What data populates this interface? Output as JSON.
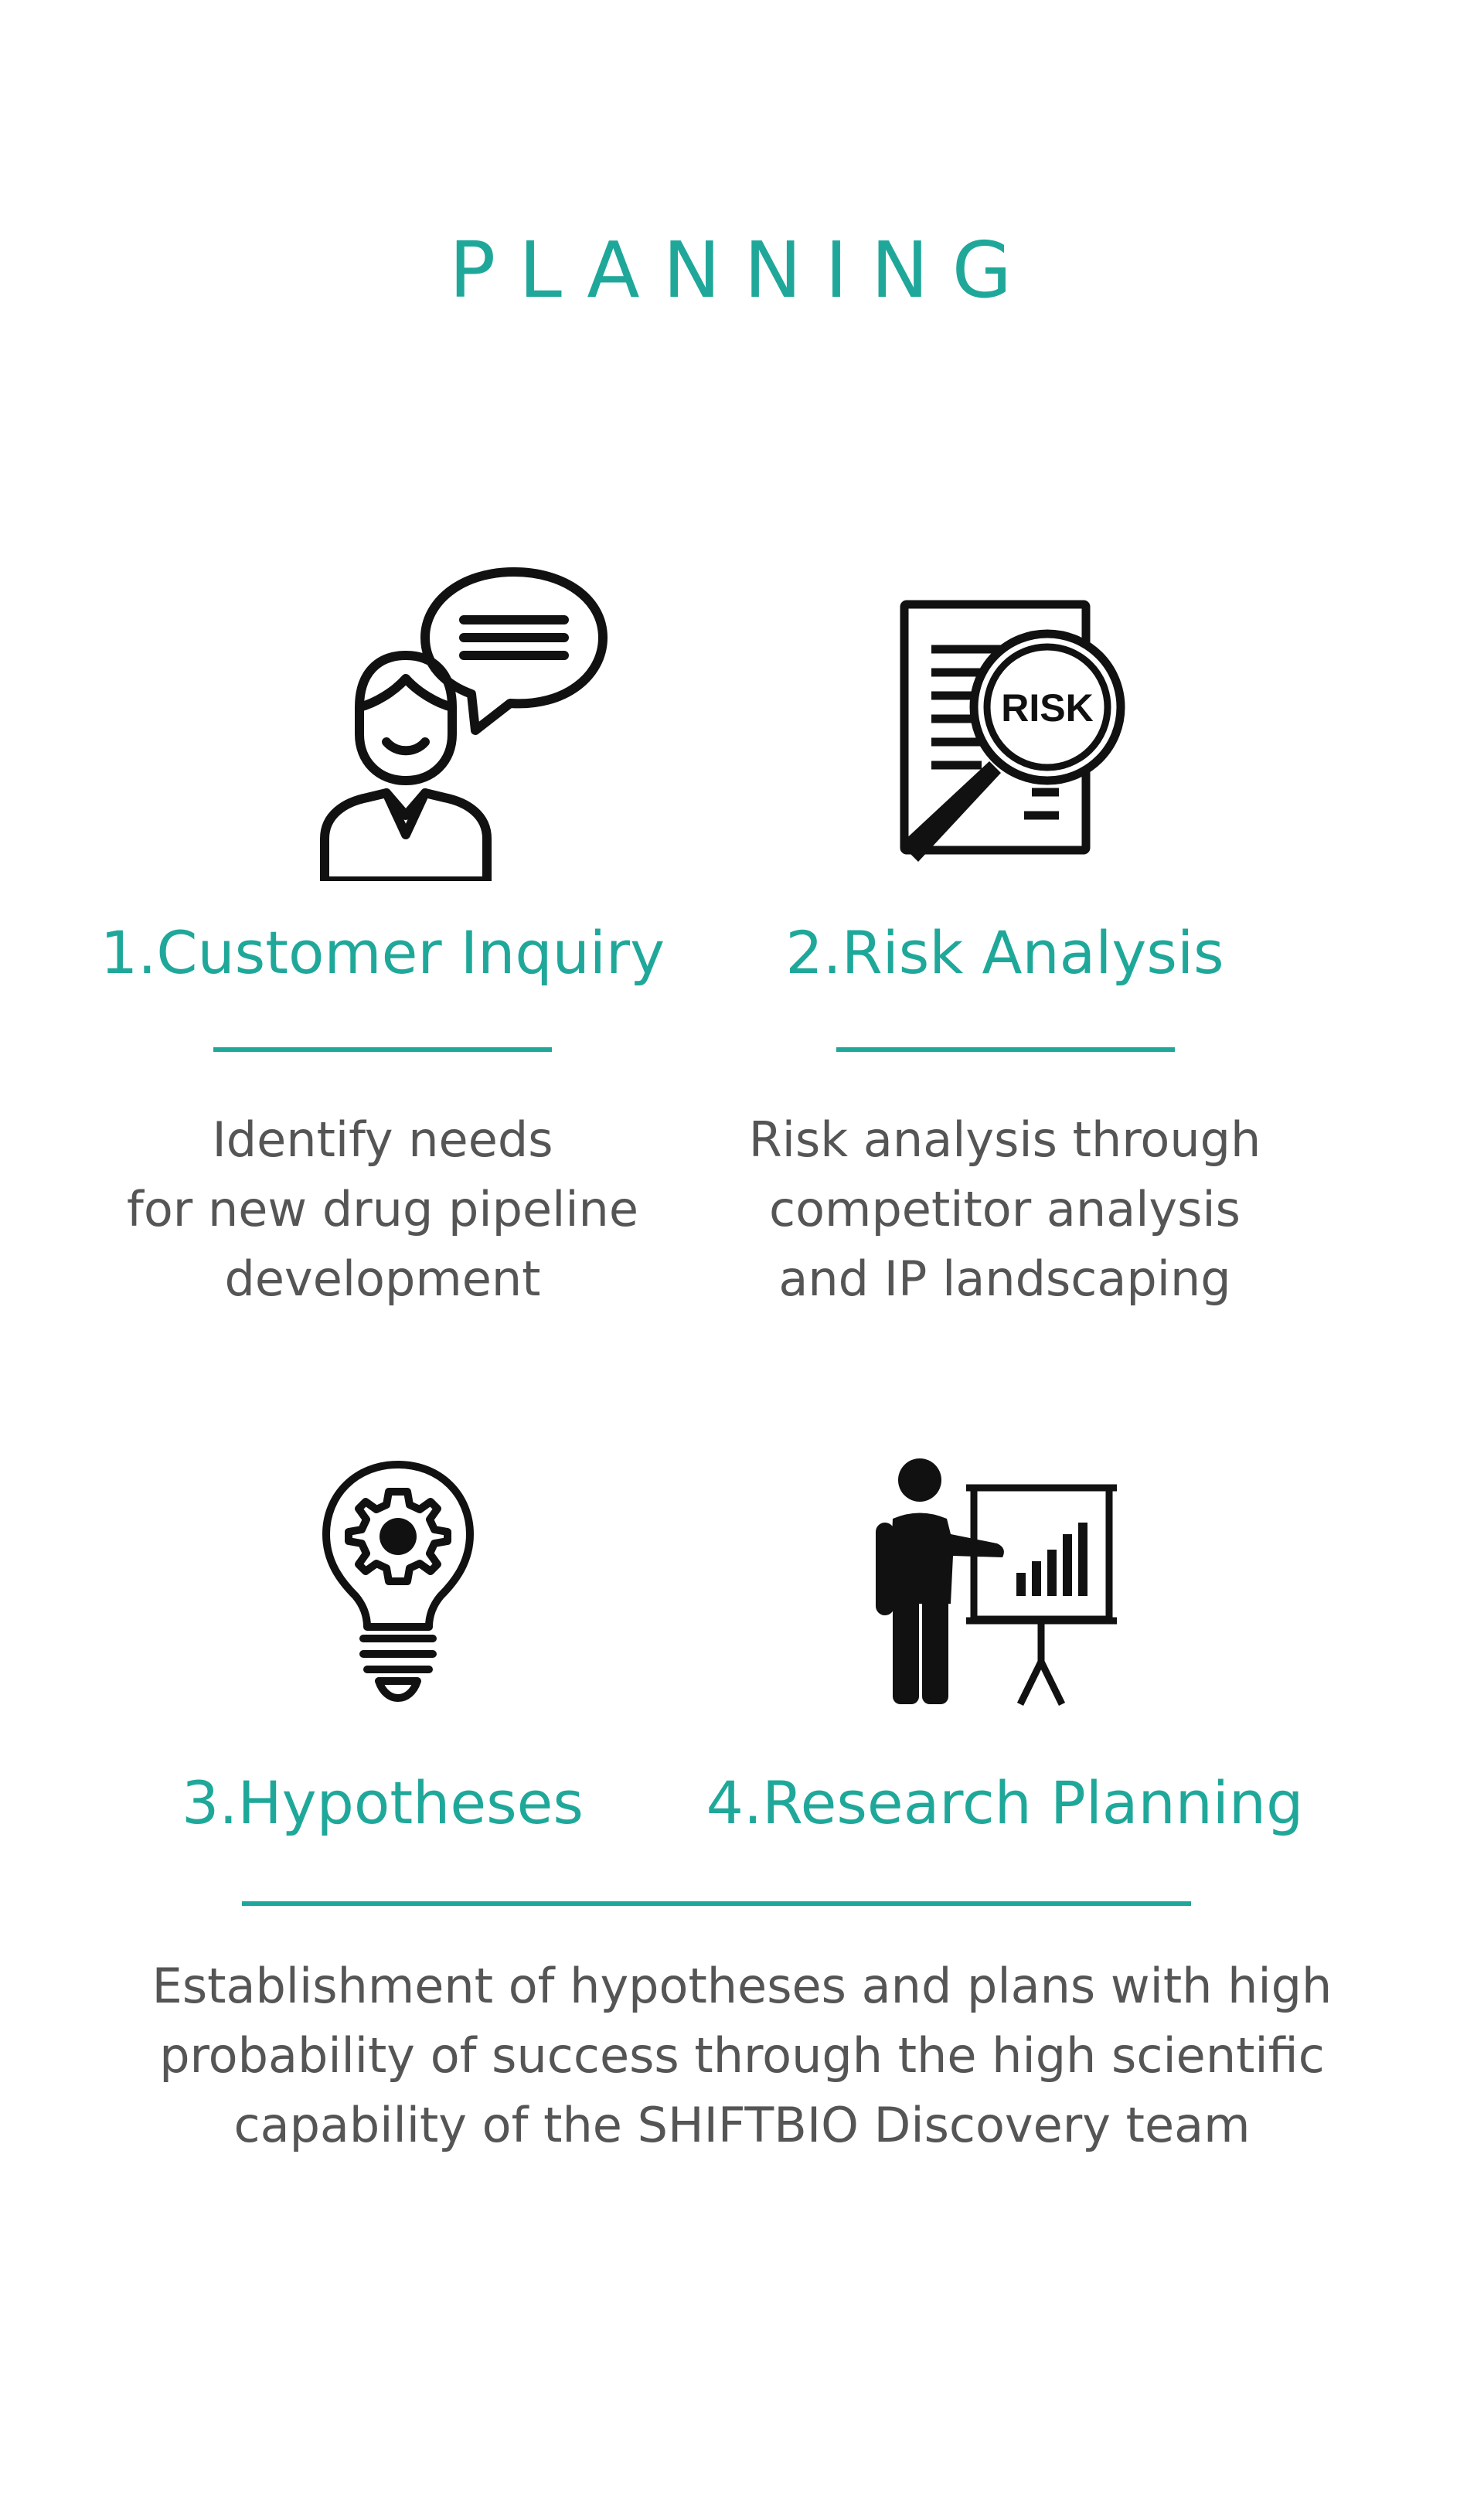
{
  "title": "PLANNING",
  "steps": [
    {
      "icon": "customer-speech-icon",
      "title": "1.Customer Inquiry",
      "description_lines": [
        "Identify needs",
        "for new drug pipeline",
        "development"
      ]
    },
    {
      "icon": "risk-magnifier-icon",
      "title": "2.Risk Analysis",
      "description_lines": [
        "Risk analysis through",
        "competitor analysis",
        "and IP landscaping"
      ]
    },
    {
      "icon": "lightbulb-gear-icon",
      "title": "3.Hypotheses"
    },
    {
      "icon": "presenter-chart-icon",
      "title": "4.Research Planning"
    }
  ],
  "icon_texts": {
    "risk": "RISK"
  },
  "shared_description_lines": [
    "Establishment of hypotheses and plans with high",
    "probability of success through the high scientific",
    "capability of the SHIFTBIO Discovery team"
  ],
  "colors": {
    "accent": "#1fa89a",
    "body_text": "#555555",
    "icon": "#111111"
  }
}
